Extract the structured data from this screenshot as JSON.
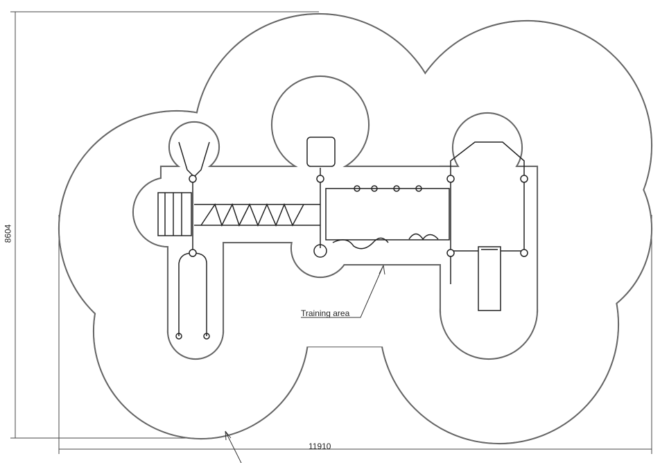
{
  "drawing": {
    "width_dimension": "11910",
    "height_dimension": "8604",
    "zone_label": "Training area"
  },
  "colors": {
    "line": "#333333",
    "zone": "#555555"
  }
}
